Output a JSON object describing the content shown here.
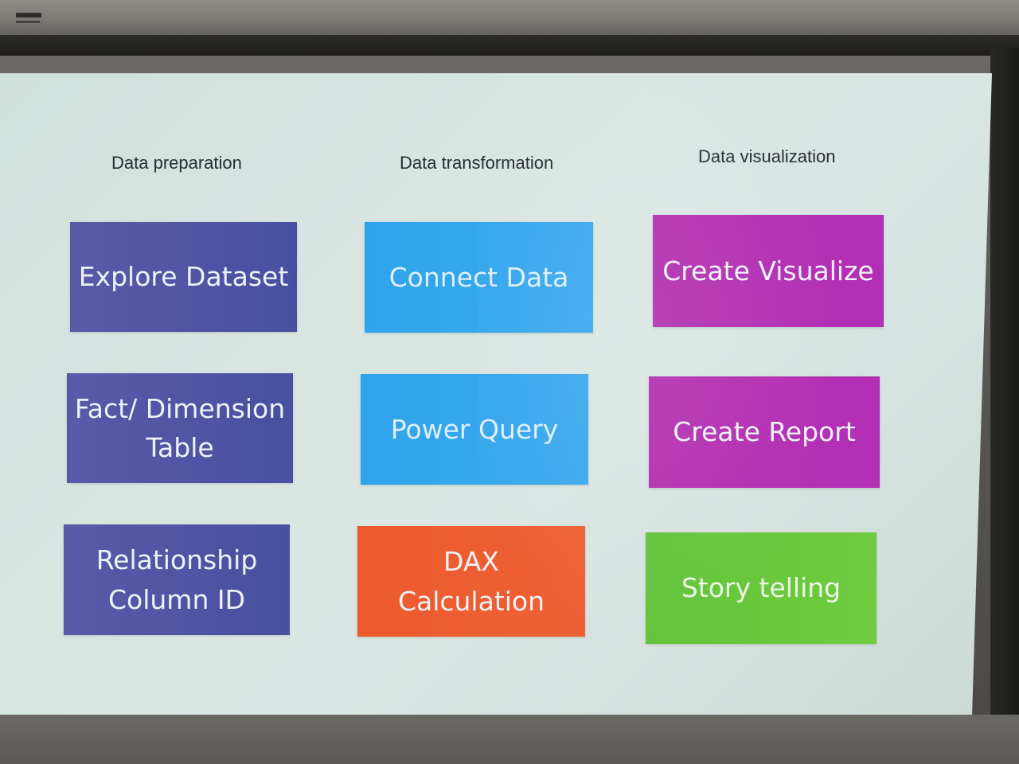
{
  "columns": [
    {
      "heading": "Data preparation",
      "tiles": [
        {
          "lines": [
            "Explore Dataset"
          ]
        },
        {
          "lines": [
            "Fact/ Dimension",
            "Table"
          ]
        },
        {
          "lines": [
            "Relationship",
            "Column ID"
          ]
        }
      ]
    },
    {
      "heading": "Data transformation",
      "tiles": [
        {
          "lines": [
            "Connect Data"
          ]
        },
        {
          "lines": [
            "Power Query"
          ]
        },
        {
          "lines": [
            "DAX",
            "Calculation"
          ]
        }
      ]
    },
    {
      "heading": "Data visualization",
      "tiles": [
        {
          "lines": [
            "Create Visualize"
          ]
        },
        {
          "lines": [
            "Create Report"
          ]
        },
        {
          "lines": [
            "Story telling"
          ]
        }
      ]
    }
  ],
  "colors": {
    "purple_blue": "#4f55a4",
    "sky_blue": "#33a6ed",
    "magenta": "#b22fb3",
    "orange": "#ed5d31",
    "green": "#68c73c",
    "slide_background": "#d6e5e1"
  }
}
